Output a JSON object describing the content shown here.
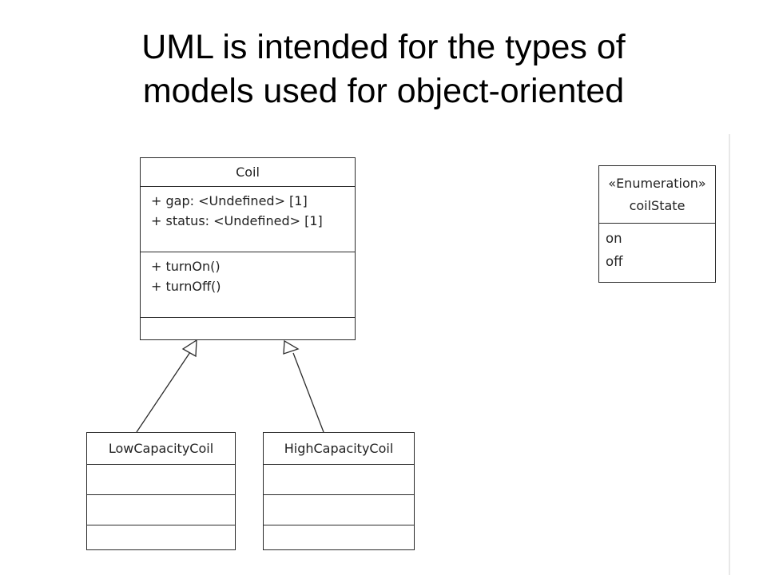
{
  "slide": {
    "title_line1": "UML is intended for the types of",
    "title_line2": "models used for object-oriented"
  },
  "diagram": {
    "classes": {
      "coil": {
        "name": "Coil",
        "attributes": [
          "+ gap: <Undefined> [1]",
          "+ status: <Undefined> [1]"
        ],
        "operations": [
          "+ turnOn()",
          "+ turnOff()"
        ]
      },
      "low_capacity_coil": {
        "name": "LowCapacityCoil"
      },
      "high_capacity_coil": {
        "name": "HighCapacityCoil"
      }
    },
    "enumeration": {
      "stereotype": "«Enumeration»",
      "name": "coilState",
      "literals": [
        "on",
        "off"
      ]
    },
    "relations": [
      {
        "type": "generalization",
        "from": "LowCapacityCoil",
        "to": "Coil"
      },
      {
        "type": "generalization",
        "from": "HighCapacityCoil",
        "to": "Coil"
      }
    ],
    "colors": {
      "line": "#2a2a2a",
      "background": "#ffffff"
    }
  }
}
